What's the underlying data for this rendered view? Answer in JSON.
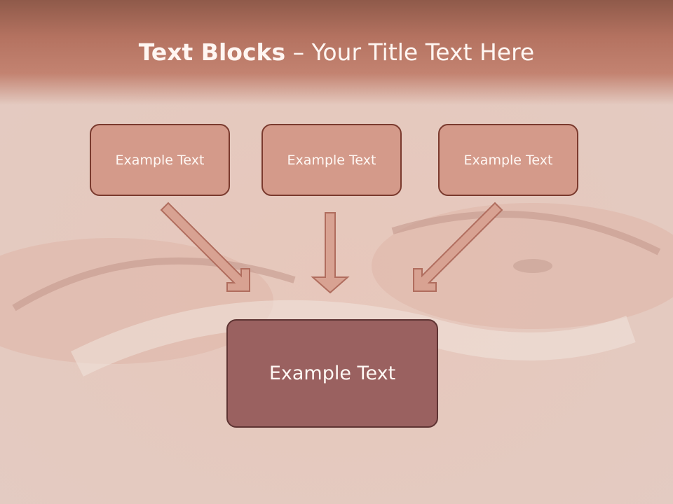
{
  "slide": {
    "title_bold": "Text Blocks",
    "title_dash": " – ",
    "title_rest": "Your Title Text Here"
  },
  "diagram": {
    "top_boxes": [
      "Example Text",
      "Example Text",
      "Example Text"
    ],
    "bottom_box": "Example Text"
  },
  "colors": {
    "header": "#b47260",
    "box_fill": "#d49a8a",
    "box_border": "#7a3a2e",
    "bottom_box_fill": "#9a6160",
    "arrow_fill": "#d8a292",
    "arrow_stroke": "#b06d5e"
  }
}
